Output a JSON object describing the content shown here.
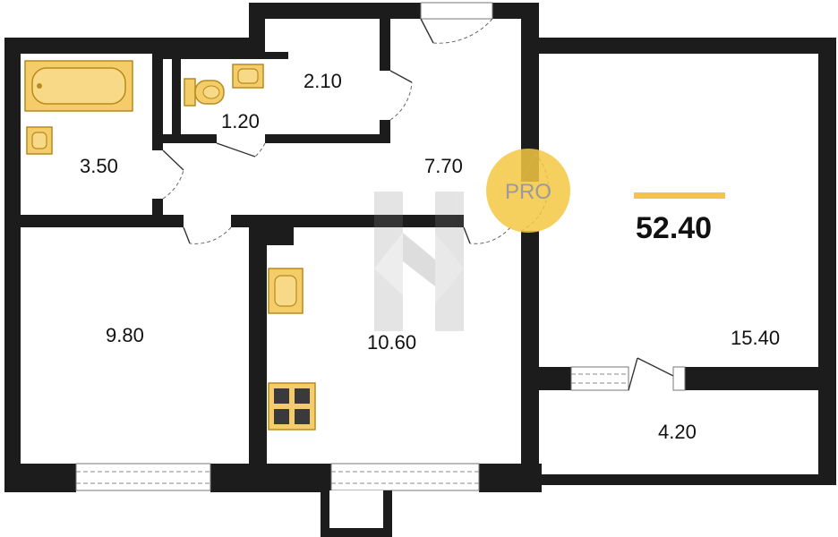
{
  "plan": {
    "total_area": "52.40",
    "watermark": "PRO",
    "rooms": [
      {
        "id": "bathroom",
        "area": "3.50"
      },
      {
        "id": "toilet",
        "area": "1.20"
      },
      {
        "id": "closet",
        "area": "2.10"
      },
      {
        "id": "hall",
        "area": "7.70"
      },
      {
        "id": "bedroom",
        "area": "9.80"
      },
      {
        "id": "kitchen",
        "area": "10.60"
      },
      {
        "id": "living-room",
        "area": "15.40"
      },
      {
        "id": "balcony",
        "area": "4.20"
      }
    ]
  },
  "colors": {
    "wall": "#1c1c1c",
    "fixture_fill": "#f4cd6a",
    "fixture_stroke": "#b68c1c",
    "accent_bar": "#f2c44e",
    "pro_circle": "#f5c842"
  },
  "icons": [
    "bathtub-icon",
    "sink-icon",
    "toilet-icon",
    "stove-icon",
    "logo-h-icon"
  ]
}
